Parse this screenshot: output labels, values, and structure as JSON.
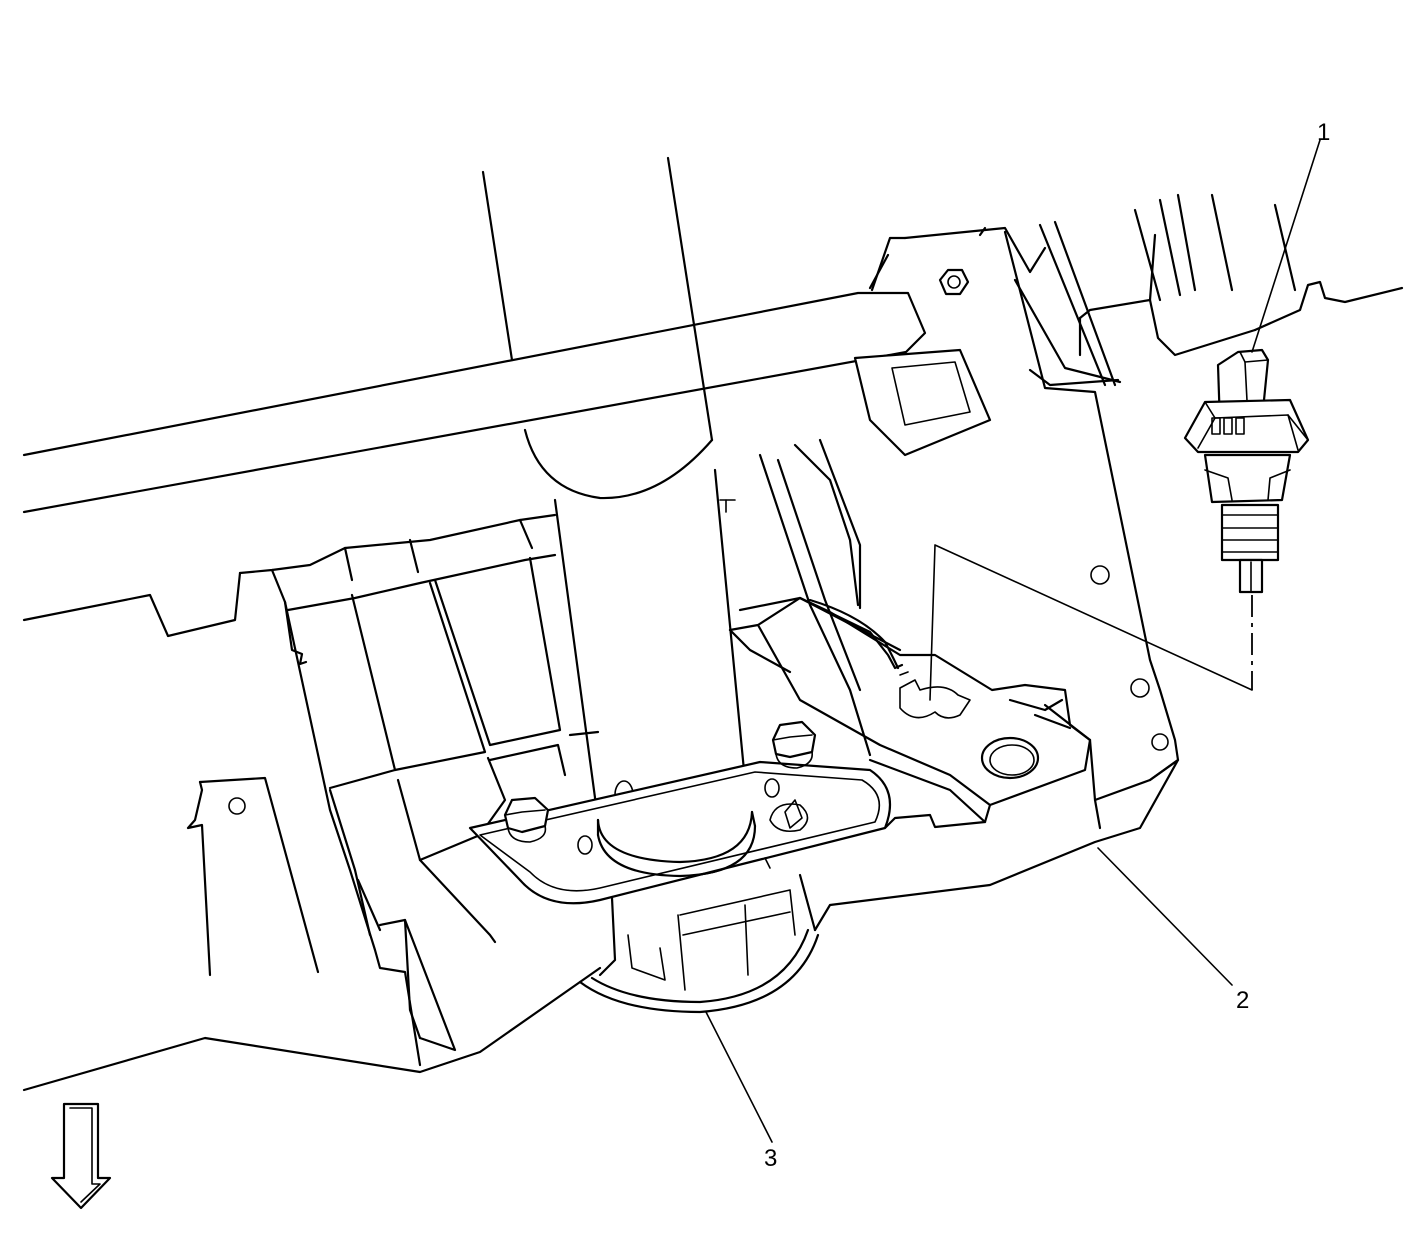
{
  "callouts": [
    {
      "id": "1",
      "label": "1"
    },
    {
      "id": "2",
      "label": "2"
    },
    {
      "id": "3",
      "label": "3"
    }
  ],
  "icons": {
    "direction_arrow": "down-arrow-icon"
  },
  "colors": {
    "line": "#000000",
    "background": "#ffffff"
  }
}
